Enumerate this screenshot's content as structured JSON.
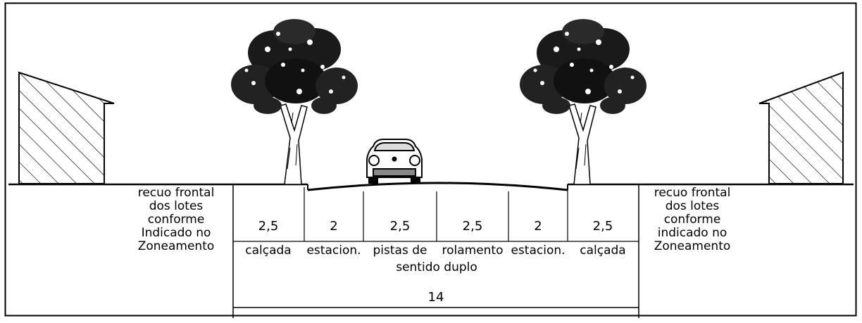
{
  "left_note": {
    "lines": [
      "recuo frontal",
      "dos lotes",
      "conforme",
      "Indicado no",
      "Zoneamento"
    ]
  },
  "right_note": {
    "lines": [
      "recuo frontal",
      "dos lotes",
      "conforme",
      "indicado no",
      "Zoneamento"
    ]
  },
  "segments": [
    {
      "value": "2,5",
      "label": "calçada"
    },
    {
      "value": "2",
      "label": "estacion."
    },
    {
      "value": "2,5",
      "label": "pistas de"
    },
    {
      "value": "2,5",
      "label": "rolamento"
    },
    {
      "value": "2",
      "label": "estacion."
    },
    {
      "value": "2,5",
      "label": "calçada"
    }
  ],
  "roadway_label_line2": "sentido duplo",
  "total_width": "14"
}
